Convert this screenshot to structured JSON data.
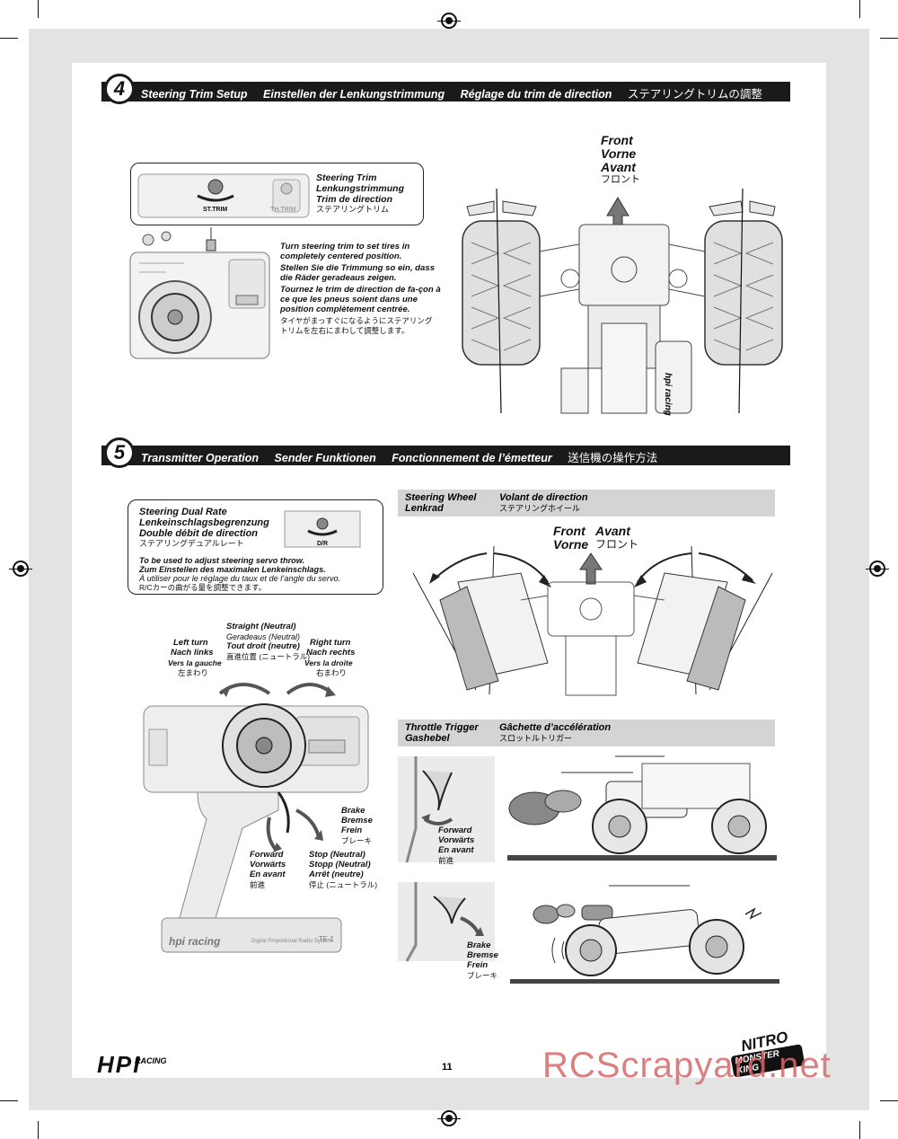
{
  "page_number": "11",
  "watermark": "RCScrapyard.net",
  "brand": {
    "logo": "HPI",
    "logo_sub": "RACING",
    "product_logo_1": "NITRO",
    "product_logo_2": "MONSTER KING"
  },
  "section4": {
    "number": "4",
    "title_en": "Steering Trim Setup",
    "title_de": "Einstellen der Lenkungstrimmung",
    "title_fr": "Réglage du trim de direction",
    "title_jp": "ステアリングトリムの調整",
    "callout": {
      "en": "Steering Trim",
      "de": "Lenkungstrimmung",
      "fr": "Trim de direction",
      "jp": "ステアリングトリム",
      "knob_label": "ST.TRIM",
      "knob2_label": "TH.TRIM"
    },
    "instruction": {
      "en": "Turn steering trim to set tires in completely centered position.",
      "de": "Stellen Sie die Trimmung so ein, dass die Räder geradeaus zeigen.",
      "fr": "Tournez le trim de direction de fa-çon à ce que les pneus soient dans une position complètement centrée.",
      "jp": "タイヤがまっすぐになるようにステアリングトリムを左右にまわして調整します。"
    },
    "front": {
      "en": "Front",
      "de": "Vorne",
      "fr": "Avant",
      "jp": "フロント"
    }
  },
  "section5": {
    "number": "5",
    "title_en": "Transmitter Operation",
    "title_de": "Sender Funktionen",
    "title_fr": "Fonctionnement de l’émetteur",
    "title_jp": "送信機の操作方法",
    "dual_rate": {
      "en": "Steering Dual Rate",
      "de": "Lenkeinschlagsbegrenzung",
      "fr": "Double débit de direction",
      "jp": "ステアリングデュアルレート",
      "knob_label": "D/R",
      "desc_en": "To be used to adjust steering servo throw.",
      "desc_de": "Zum Einstellen des maximalen Lenkeinschlags.",
      "desc_fr": "À utiliser pour le réglage du taux et de l’angle du servo.",
      "desc_jp": "R/Cカーの曲がる量を調整できます。"
    },
    "left_turn": {
      "en": "Left turn",
      "de": "Nach links",
      "fr": "Vers la gauche",
      "jp": "左まわり"
    },
    "straight": {
      "en": "Straight (Neutral)",
      "de": "Geradeaus (Neutral)",
      "fr": "Tout droit (neutre)",
      "jp": "直進位置 (ニュートラル)"
    },
    "right_turn": {
      "en": "Right turn",
      "de": "Nach rechts",
      "fr": "Vers la droite",
      "jp": "右まわり"
    },
    "brake": {
      "en": "Brake",
      "de": "Bremse",
      "fr": "Frein",
      "jp": "ブレーキ"
    },
    "forward": {
      "en": "Forward",
      "de": "Vorwärts",
      "fr": "En avant",
      "jp": "前進"
    },
    "stop": {
      "en": "Stop (Neutral)",
      "de": "Stopp (Neutral)",
      "fr": "Arrêt (neutre)",
      "jp": "停止 (ニュートラル)"
    },
    "transmitter_brand": "hpi racing",
    "transmitter_model": "TF-1",
    "transmitter_caption": "Digital Proportional Radio System",
    "steering_wheel": {
      "en": "Steering Wheel",
      "de": "Lenkrad",
      "fr": "Volant de direction",
      "jp": "ステアリングホイール"
    },
    "front": {
      "en": "Front",
      "de": "Vorne",
      "fr": "Avant",
      "jp": "フロント"
    },
    "throttle": {
      "en": "Throttle Trigger",
      "de": "Gashebel",
      "fr": "Gâchette d’accélération",
      "jp": "スロットルトリガー"
    },
    "forward2": {
      "en": "Forward",
      "de": "Vorwärts",
      "fr": "En avant",
      "jp": "前進"
    },
    "brake2": {
      "en": "Brake",
      "de": "Bremse",
      "fr": "Frein",
      "jp": "ブレーキ"
    }
  }
}
